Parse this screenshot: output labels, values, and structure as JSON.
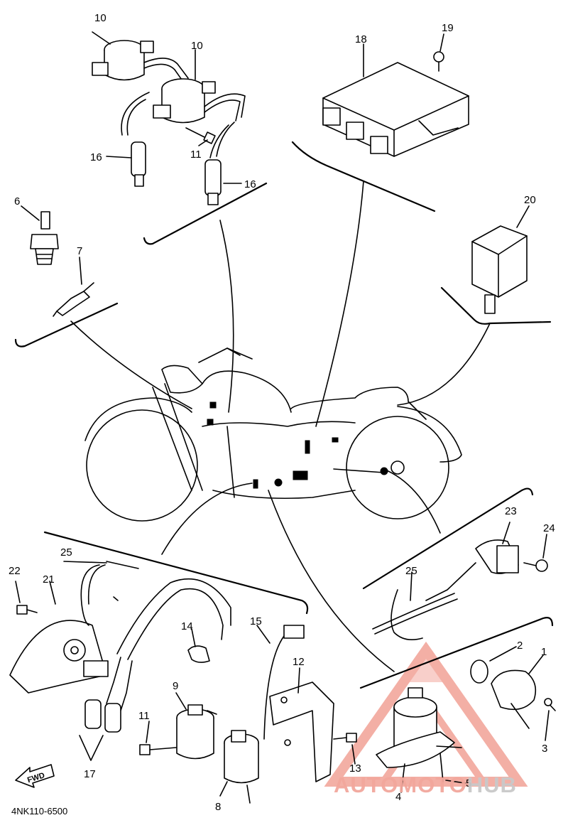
{
  "diagram": {
    "callouts": {
      "c1": "1",
      "c2": "2",
      "c3": "3",
      "c4": "4",
      "c5": "5",
      "c6": "6",
      "c7": "7",
      "c8": "8",
      "c9": "9",
      "c10a": "10",
      "c10b": "10",
      "c11a": "11",
      "c11b": "11",
      "c12": "12",
      "c13": "13",
      "c14": "14",
      "c15": "15",
      "c16a": "16",
      "c16b": "16",
      "c17": "17",
      "c18": "18",
      "c19": "19",
      "c20": "20",
      "c21": "21",
      "c22": "22",
      "c23": "23",
      "c24": "24",
      "c25a": "25",
      "c25b": "25"
    },
    "drawing_code": "4NK110-6500",
    "direction_arrow": "FWD",
    "watermark": {
      "text_part1": "AUTOMOTO",
      "text_part2": "HUB",
      "color_primary": "#f2a79c",
      "color_secondary": "#c9c9c9"
    }
  }
}
